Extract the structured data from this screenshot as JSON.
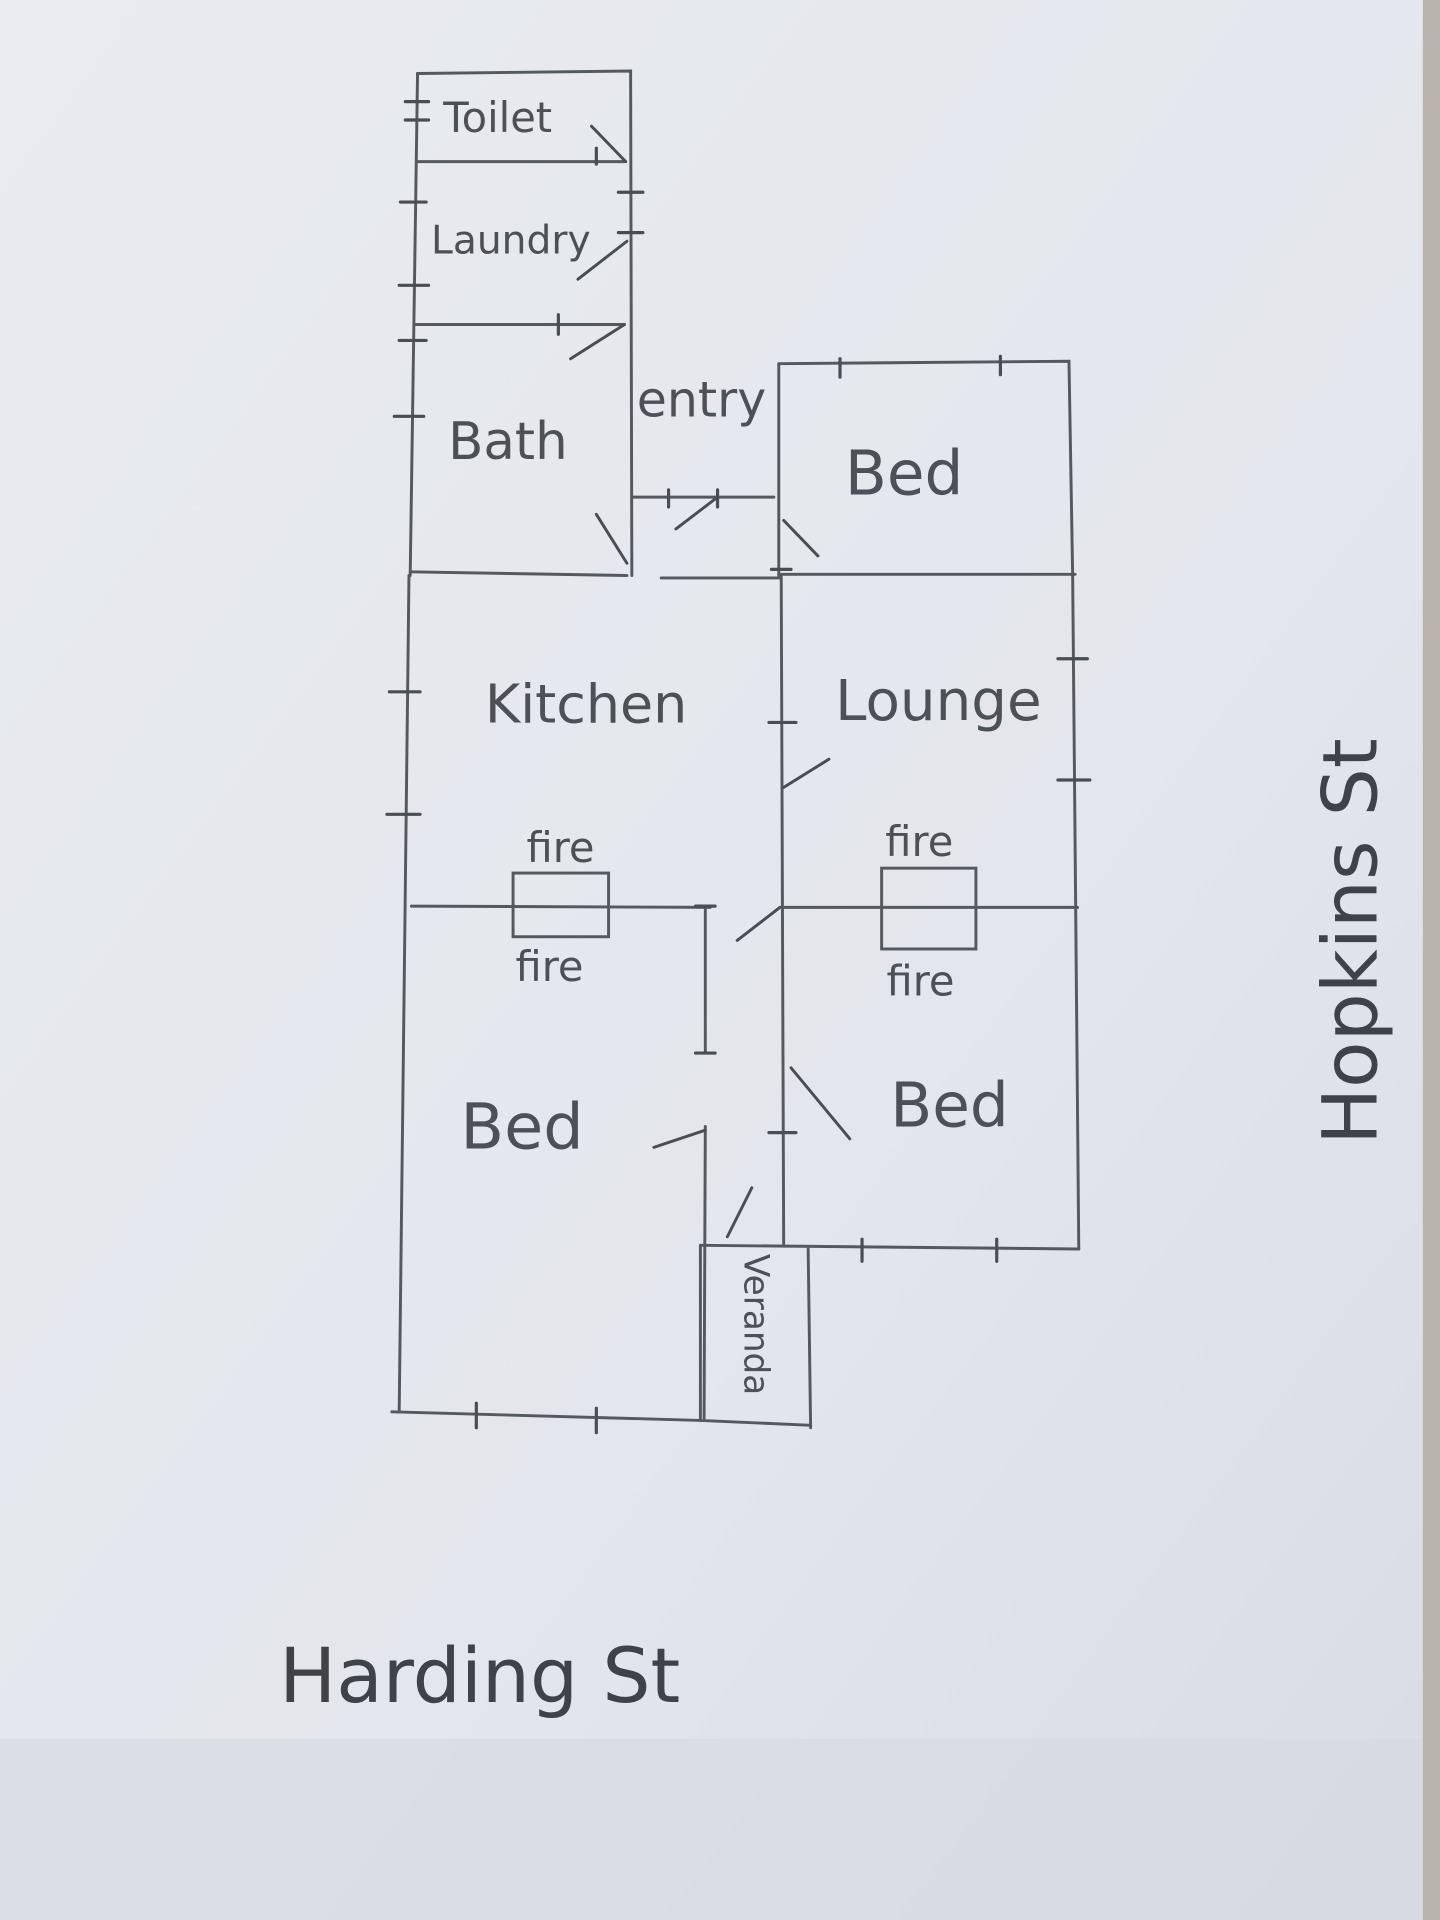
{
  "plan": {
    "rooms": {
      "toilet": "Toilet",
      "laundry": "Laundry",
      "bath": "Bath",
      "entry": "entry",
      "bed_top": "Bed",
      "kitchen": "Kitchen",
      "lounge": "Lounge",
      "bed_left": "Bed",
      "bed_right": "Bed",
      "veranda": "Veranda"
    },
    "fireplaces": {
      "kitchen_fire": "fire",
      "bed_left_fire": "fire",
      "lounge_fire": "fire",
      "bed_right_fire": "fire"
    },
    "streets": {
      "bottom": "Harding St",
      "right": "Hopkins St"
    }
  },
  "colors": {
    "paper": "#e6e8ee",
    "pencil": "#55585e"
  }
}
